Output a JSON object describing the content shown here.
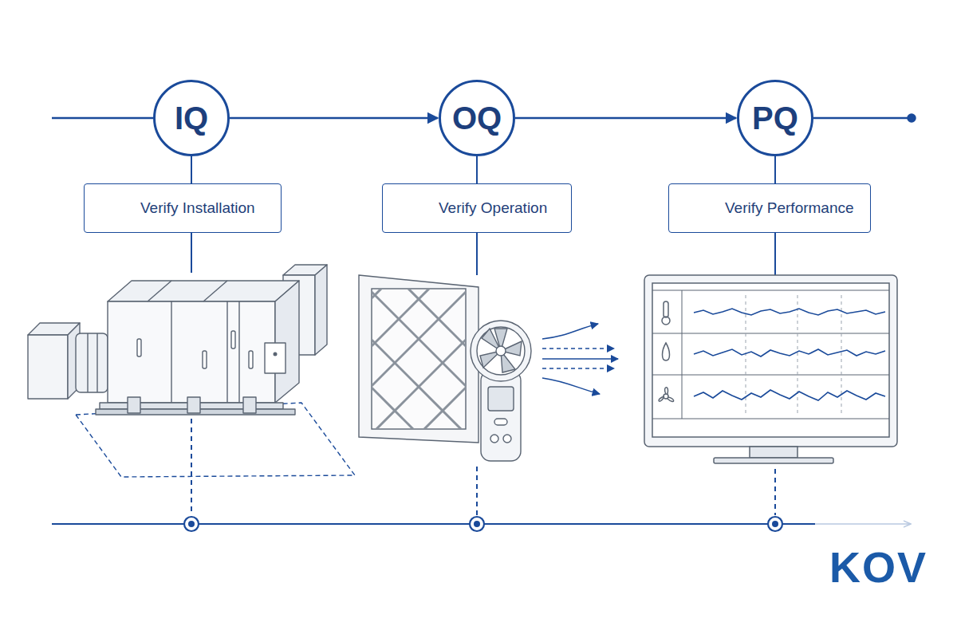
{
  "diagram": {
    "nodes": [
      {
        "text": [
          "IQ"
        ]
      },
      {
        "text": [
          "OQ"
        ]
      },
      {
        "text": [
          "PQ"
        ]
      },
      {
        "text": [
          "Verify Installation"
        ]
      },
      {
        "text": [
          "Verify Operation"
        ]
      },
      {
        "text": [
          "Verify Performance"
        ]
      }
    ],
    "edges": [
      {
        "from": 0,
        "to": 1,
        "arrow": "to"
      },
      {
        "from": 1,
        "to": 2,
        "arrow": "to"
      },
      {
        "from": 0,
        "to": 3,
        "arrow": "none"
      },
      {
        "from": 1,
        "to": 4,
        "arrow": "none"
      },
      {
        "from": 2,
        "to": 5,
        "arrow": "none"
      }
    ],
    "labels": [
      "KOV"
    ]
  }
}
